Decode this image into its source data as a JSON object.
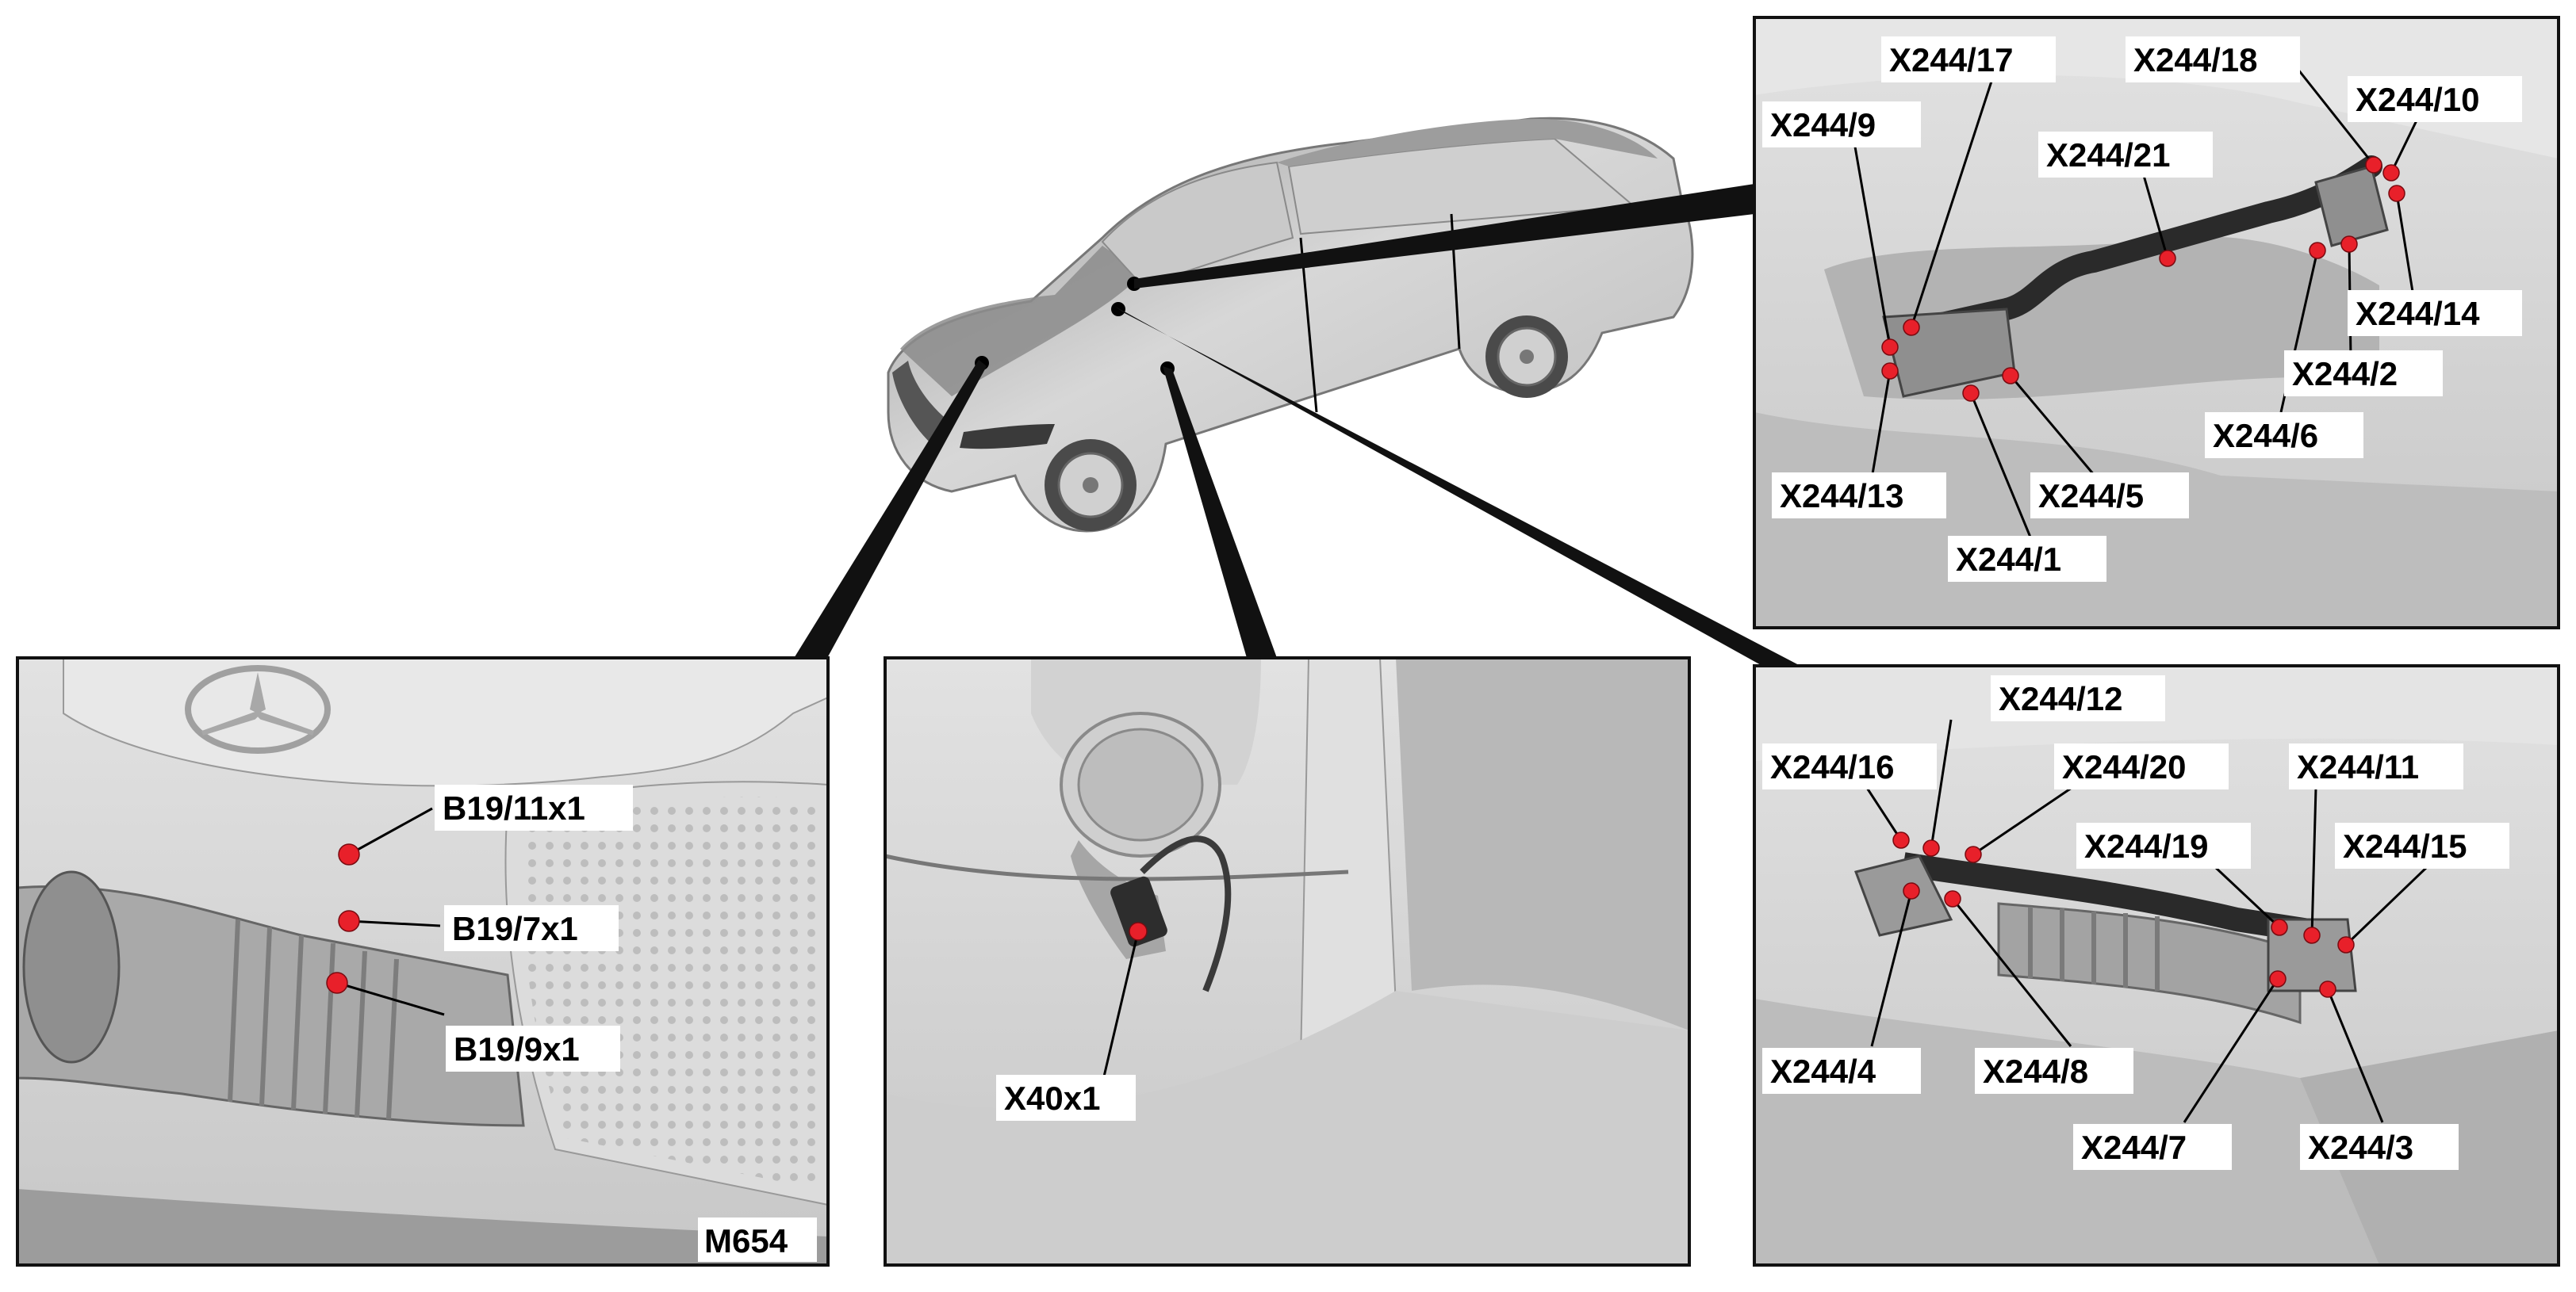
{
  "colors": {
    "background": "#ffffff",
    "panel_fill": "#d6d6d6",
    "marker": "#e8202a",
    "text": "#000000"
  },
  "panels": {
    "top_right": {
      "labels": [
        "X244/17",
        "X244/18",
        "X244/9",
        "X244/10",
        "X244/21",
        "X244/14",
        "X244/2",
        "X244/6",
        "X244/13",
        "X244/5",
        "X244/1"
      ]
    },
    "bottom_left": {
      "labels": [
        "B19/11x1",
        "B19/7x1",
        "B19/9x1"
      ],
      "badge": "M654"
    },
    "bottom_middle": {
      "labels": [
        "X40x1"
      ]
    },
    "bottom_right": {
      "labels": [
        "X244/12",
        "X244/16",
        "X244/20",
        "X244/11",
        "X244/19",
        "X244/15",
        "X244/4",
        "X244/8",
        "X244/7",
        "X244/3"
      ]
    }
  }
}
